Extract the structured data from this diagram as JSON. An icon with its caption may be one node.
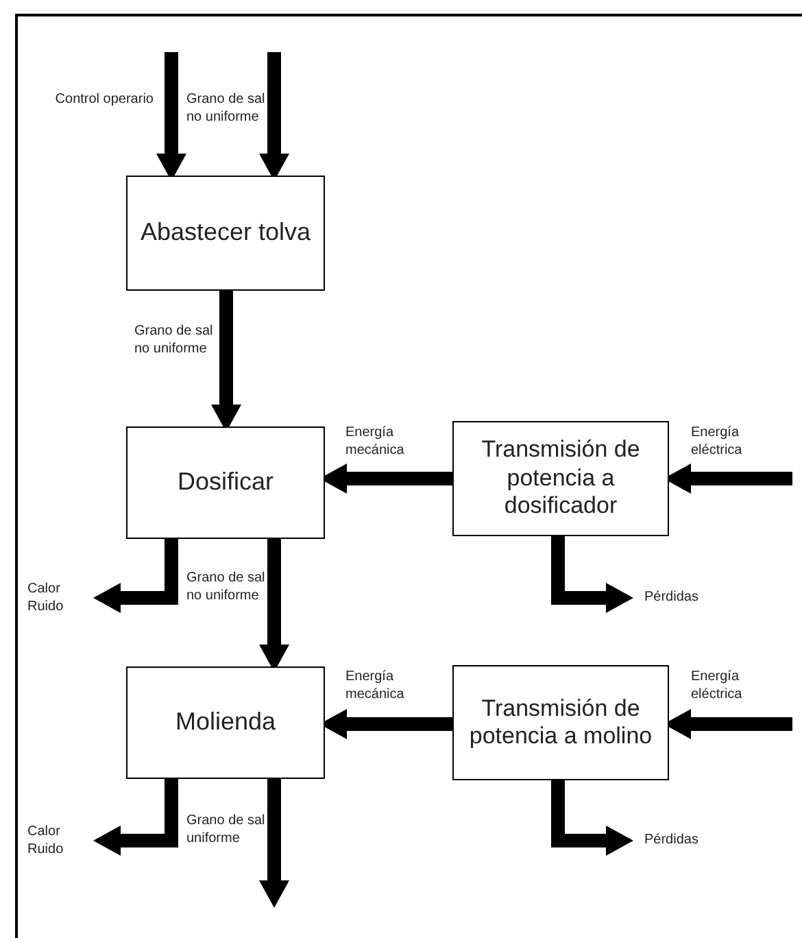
{
  "diagram": {
    "nodes": [
      {
        "text": [
          "Abastecer tolva"
        ]
      },
      {
        "text": [
          "Dosificar"
        ]
      },
      {
        "text": [
          "Transmisión de potencia a dosificador"
        ]
      },
      {
        "text": [
          "Molienda"
        ]
      },
      {
        "text": [
          "Transmisión de potencia a molino"
        ]
      }
    ],
    "edges": [
      {
        "from": null,
        "to": 0,
        "arrow": "to",
        "label": "Control operario"
      },
      {
        "from": null,
        "to": 0,
        "arrow": "to",
        "label": "Grano de sal no uniforme"
      },
      {
        "from": 0,
        "to": 1,
        "arrow": "to",
        "label": "Grano de sal no uniforme"
      },
      {
        "from": 2,
        "to": 1,
        "arrow": "to",
        "label": "Energía mecánica"
      },
      {
        "from": null,
        "to": 2,
        "arrow": "to",
        "label": "Energía eléctrica"
      },
      {
        "from": 2,
        "to": null,
        "arrow": "to",
        "label": "Pérdidas"
      },
      {
        "from": 1,
        "to": null,
        "arrow": "to",
        "label": "Calor Ruido"
      },
      {
        "from": 1,
        "to": 3,
        "arrow": "to",
        "label": "Grano de sal no uniforme"
      },
      {
        "from": 4,
        "to": 3,
        "arrow": "to",
        "label": "Energía mecánica"
      },
      {
        "from": null,
        "to": 4,
        "arrow": "to",
        "label": "Energía eléctrica"
      },
      {
        "from": 4,
        "to": null,
        "arrow": "to",
        "label": "Pérdidas"
      },
      {
        "from": 3,
        "to": null,
        "arrow": "to",
        "label": "Calor Ruido"
      },
      {
        "from": 3,
        "to": null,
        "arrow": "to",
        "label": "Grano de sal uniforme"
      }
    ]
  }
}
